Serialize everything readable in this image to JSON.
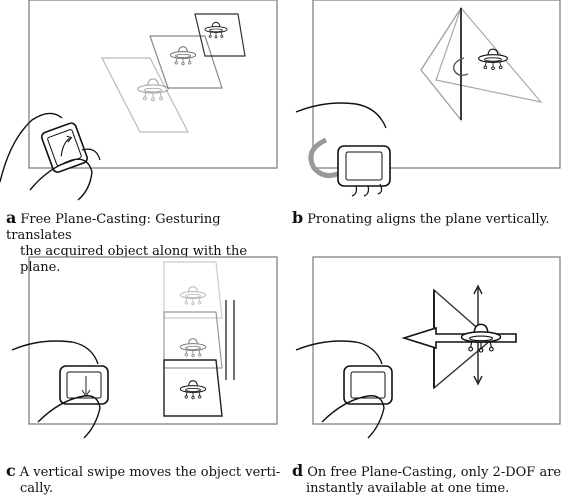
{
  "panels": [
    {
      "label": "a",
      "caption_line1": "Free Plane-Casting: Gesturing translates",
      "caption_line2": "the acquired object along with the plane."
    },
    {
      "label": "b",
      "caption_line1": "Pronating aligns the plane vertically.",
      "caption_line2": ""
    },
    {
      "label": "c",
      "caption_line1": "A vertical swipe moves the object verti-",
      "caption_line2": "cally."
    },
    {
      "label": "d",
      "caption_line1": "On free Plane-Casting, only 2-DOF are",
      "caption_line2": "instantly available at one time."
    }
  ]
}
